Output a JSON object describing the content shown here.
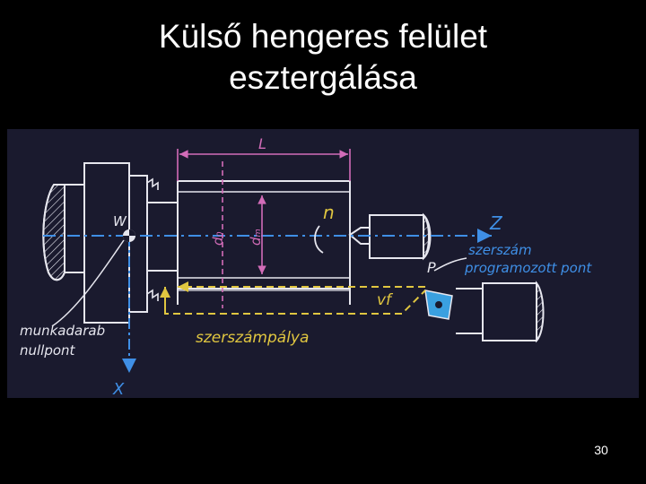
{
  "slide": {
    "title_line1": "Külső hengeres felület",
    "title_line2": "esztergálása",
    "page_number": "30"
  },
  "diagram": {
    "labels": {
      "length": "L",
      "speed": "n",
      "d0": "d₀",
      "dm": "dₘ",
      "z_axis": "Z",
      "x_axis": "X",
      "workpiece_zero": "W",
      "tool_point": "P",
      "tool_point_line1": "szerszám",
      "tool_point_line2": "programozott pont",
      "feed": "vf",
      "workpiece_zero_line1": "munkadarab",
      "workpiece_zero_line2": "nullpont",
      "tool_path": "szerszámpálya"
    },
    "colors": {
      "background": "#1a1a2e",
      "ink_white": "#e6e6ee",
      "ink_blue": "#3f8fe6",
      "ink_magenta": "#d26cb8",
      "ink_yellow": "#e0c640",
      "tool_insert": "#3aa0e0"
    }
  }
}
